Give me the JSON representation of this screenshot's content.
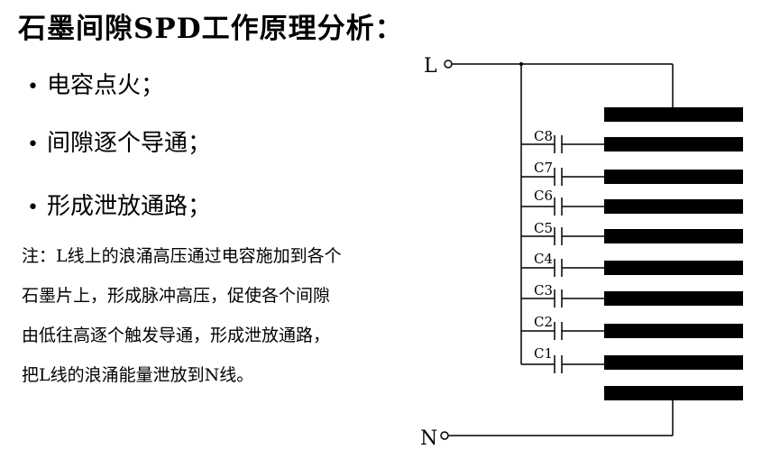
{
  "title": "石墨间隙SPD工作原理分析：",
  "bullets": [
    "电容点火；",
    "间隙逐个导通；",
    "形成泄放通路；"
  ],
  "bullet_symbol": "•",
  "note_lines": [
    "注：L线上的浪涌高压通过电容施加到各个",
    "石墨片上，形成脉冲高压，促使各个间隙",
    "由低往高逐个触发导通，形成泄放通路，",
    "把L线的浪涌能量泄放到N线。"
  ],
  "diagram": {
    "terminal_L": "L",
    "terminal_N": "N",
    "capacitors": [
      "C8",
      "C7",
      "C6",
      "C5",
      "C4",
      "C3",
      "C2",
      "C1"
    ]
  }
}
